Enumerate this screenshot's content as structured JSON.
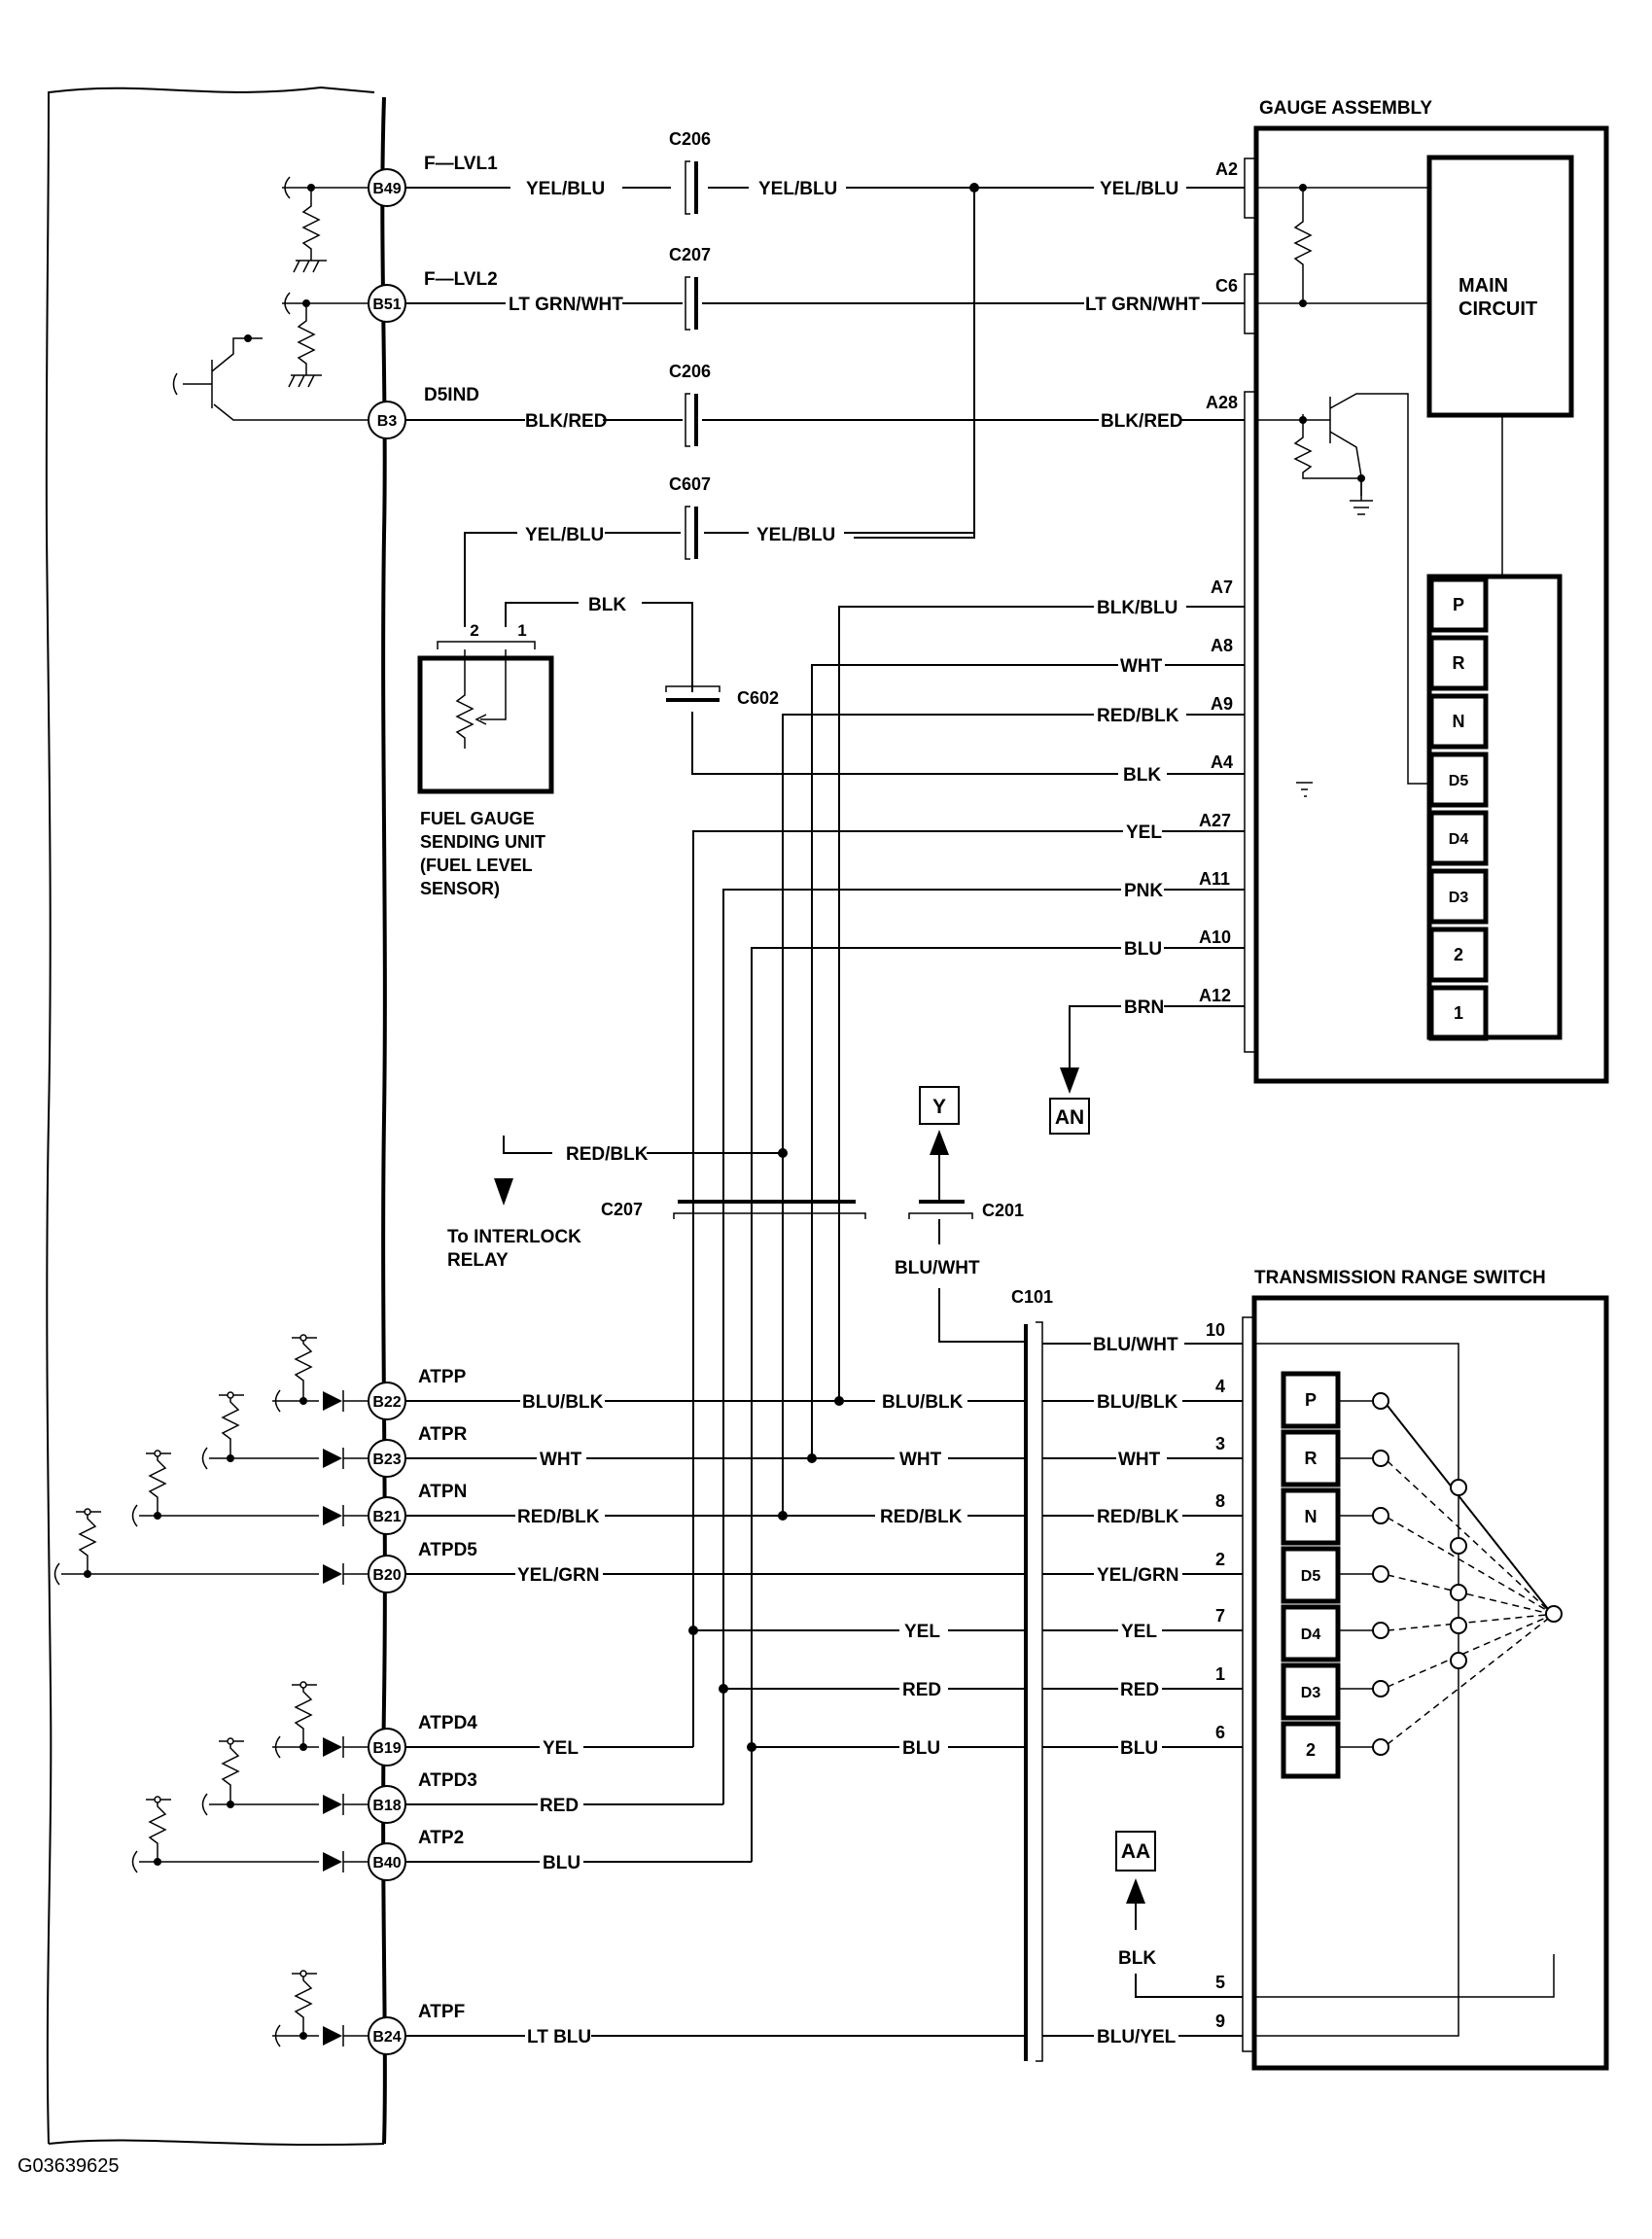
{
  "figure_id": "G03639625",
  "ecm_pins": [
    {
      "pin": "B49",
      "signal": "F—LVL1"
    },
    {
      "pin": "B51",
      "signal": "F—LVL2"
    },
    {
      "pin": "B3",
      "signal": "D5IND"
    },
    {
      "pin": "B22",
      "signal": "ATPP"
    },
    {
      "pin": "B23",
      "signal": "ATPR"
    },
    {
      "pin": "B21",
      "signal": "ATPN"
    },
    {
      "pin": "B20",
      "signal": "ATPD5"
    },
    {
      "pin": "B19",
      "signal": "ATPD4"
    },
    {
      "pin": "B18",
      "signal": "ATPD3"
    },
    {
      "pin": "B40",
      "signal": "ATP2"
    },
    {
      "pin": "B24",
      "signal": "ATPF"
    }
  ],
  "wires": {
    "yel_blu": "YEL/BLU",
    "lt_grn_wht": "LT GRN/WHT",
    "blk_red": "BLK/RED",
    "blk": "BLK",
    "blk_blu": "BLK/BLU",
    "wht": "WHT",
    "red_blk": "RED/BLK",
    "yel": "YEL",
    "pnk": "PNK",
    "blu": "BLU",
    "brn": "BRN",
    "blu_wht": "BLU/WHT",
    "blu_blk": "BLU/BLK",
    "yel_grn": "YEL/GRN",
    "red": "RED",
    "lt_blu": "LT BLU",
    "blu_yel": "BLU/YEL"
  },
  "connectors": {
    "c206": "C206",
    "c207": "C207",
    "c607": "C607",
    "c602": "C602",
    "c201": "C201",
    "c101": "C101"
  },
  "gauge_assembly": {
    "title": "GAUGE ASSEMBLY",
    "main_circuit_line1": "MAIN",
    "main_circuit_line2": "CIRCUIT",
    "terminals": [
      "A2",
      "C6",
      "A28",
      "A7",
      "A8",
      "A9",
      "A4",
      "A27",
      "A11",
      "A10",
      "A12"
    ],
    "indicators": [
      "P",
      "R",
      "N",
      "D5",
      "D4",
      "D3",
      "2",
      "1"
    ]
  },
  "transmission_range_switch": {
    "title": "TRANSMISSION RANGE SWITCH",
    "terminals": [
      "10",
      "4",
      "3",
      "8",
      "2",
      "7",
      "1",
      "6",
      "5",
      "9"
    ],
    "positions": [
      "P",
      "R",
      "N",
      "D5",
      "D4",
      "D3",
      "2"
    ]
  },
  "fuel_sender": {
    "lines": [
      "FUEL GAUGE",
      "SENDING UNIT",
      "(FUEL LEVEL",
      "SENSOR)"
    ],
    "pin1": "1",
    "pin2": "2"
  },
  "interlock": {
    "line1": "To INTERLOCK",
    "line2": "RELAY"
  },
  "flags": {
    "y": "Y",
    "an": "AN",
    "aa": "AA"
  }
}
